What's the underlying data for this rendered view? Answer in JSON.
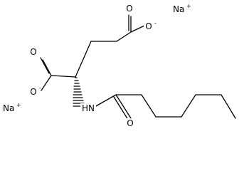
{
  "structure": {
    "atoms": {
      "o_top_carbonyl": "O",
      "o_top_anion": "O",
      "o_top_anion_charge": "-",
      "na_top": "Na",
      "na_top_charge": "+",
      "o_left_carbonyl": "O",
      "o_left_anion": "O",
      "o_left_anion_charge": "-",
      "na_left": "Na",
      "na_left_charge": "+",
      "n_amide": "HN",
      "o_amide": "O"
    }
  }
}
